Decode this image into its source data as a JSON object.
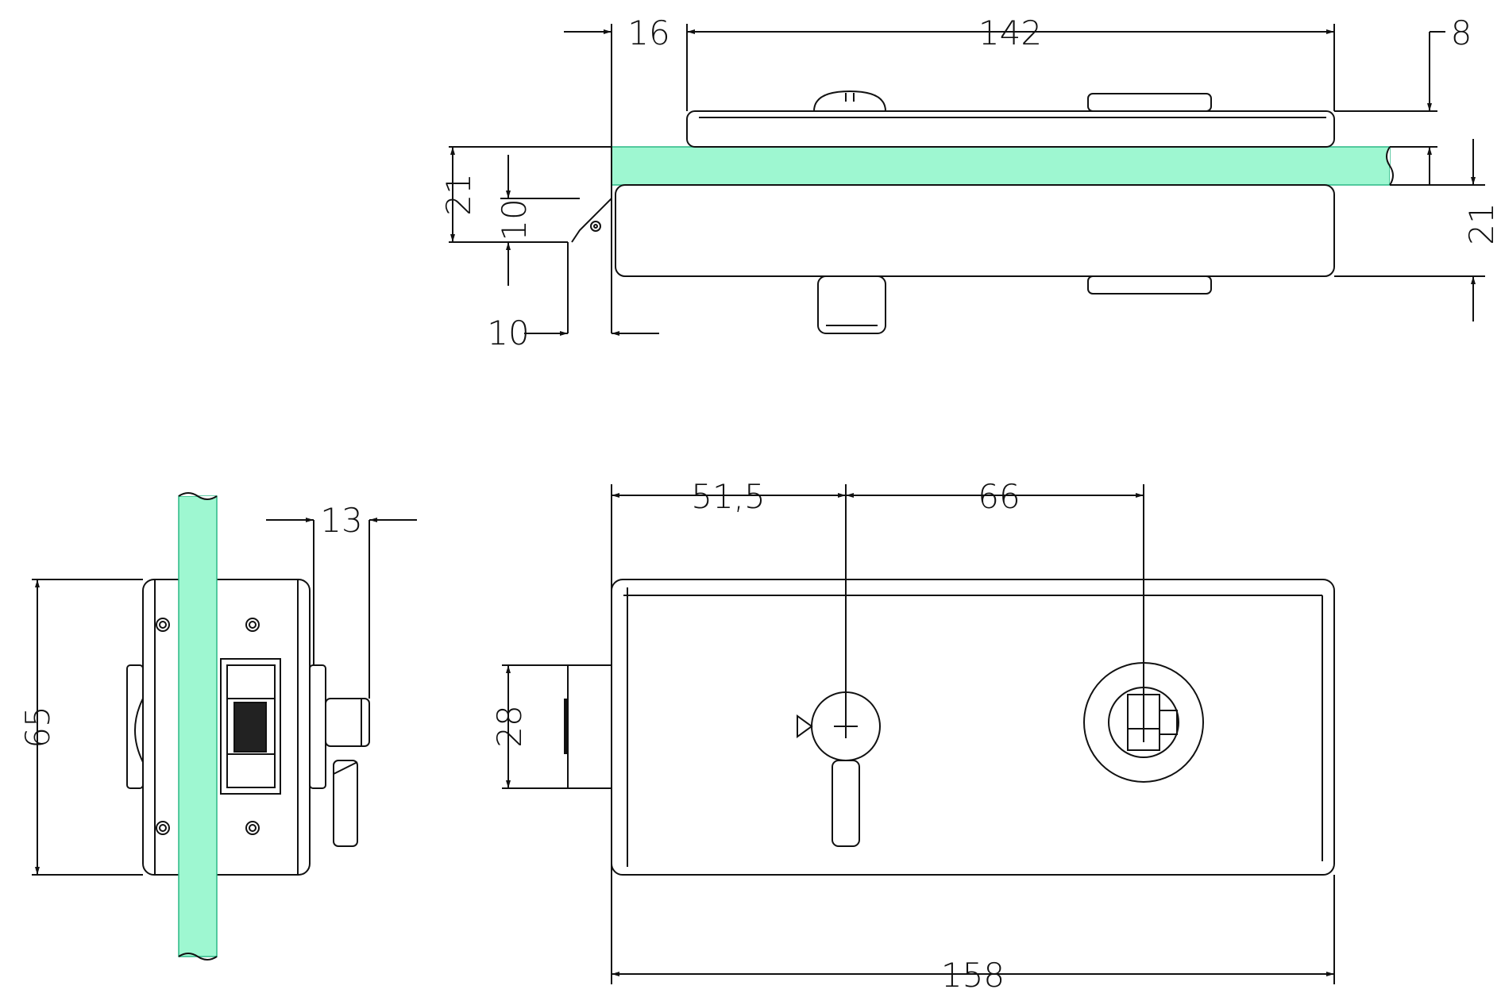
{
  "colors": {
    "glass": "#9ef7d1",
    "glass_edge": "#2bb886",
    "line": "#111111",
    "background": "#ffffff"
  },
  "views": {
    "top_view": {
      "dimensions": {
        "offset_left": "16",
        "length_top": "142",
        "clip_depth": "8",
        "height_left": "21",
        "bevel_height": "10",
        "bevel_width": "10",
        "height_right": "21"
      }
    },
    "side_view": {
      "dimensions": {
        "height": "65",
        "pin_width": "13"
      }
    },
    "front_view": {
      "dimensions": {
        "handle_offset": "51,5",
        "cylinder_spacing": "66",
        "bolt_height": "28",
        "total_length": "158"
      }
    }
  }
}
